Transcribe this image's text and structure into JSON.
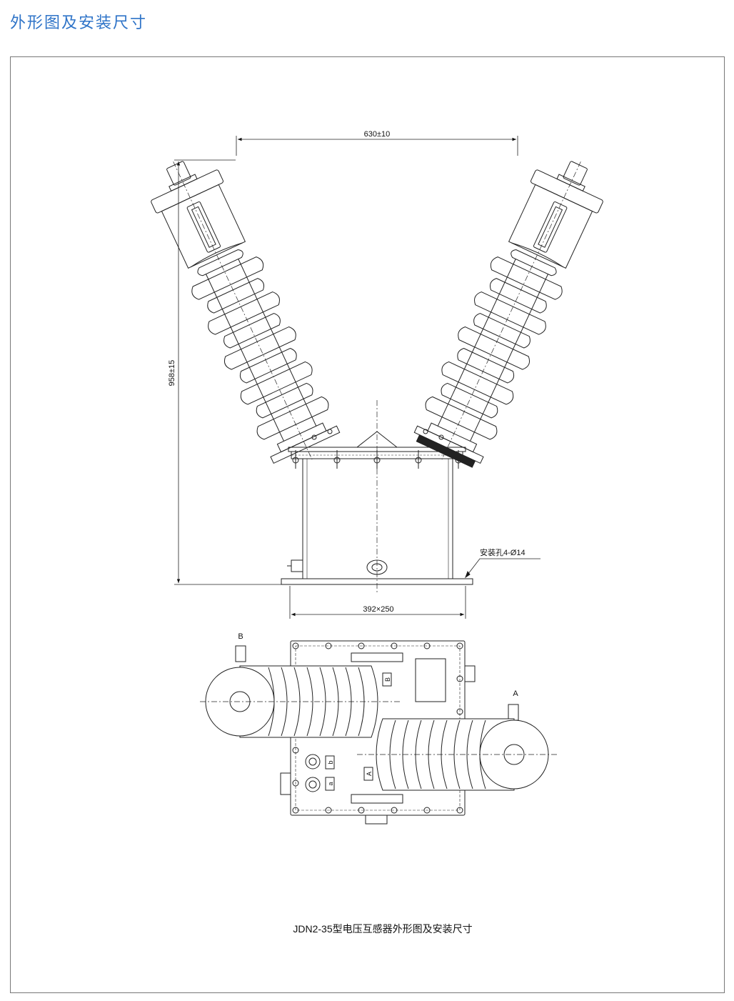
{
  "page": {
    "title": "外形图及安装尺寸"
  },
  "drawing": {
    "dim_width": "630±10",
    "dim_height": "958±15",
    "dim_base": "392×250",
    "mount_note": "安装孔4-Ø14",
    "terminal_top_left": "B",
    "terminal_top_right": "A",
    "plate_B": "B",
    "plate_b": "b",
    "plate_a": "a",
    "plate_A": "A",
    "caption": "JDN2-35型电压互感器外形图及安装尺寸"
  }
}
